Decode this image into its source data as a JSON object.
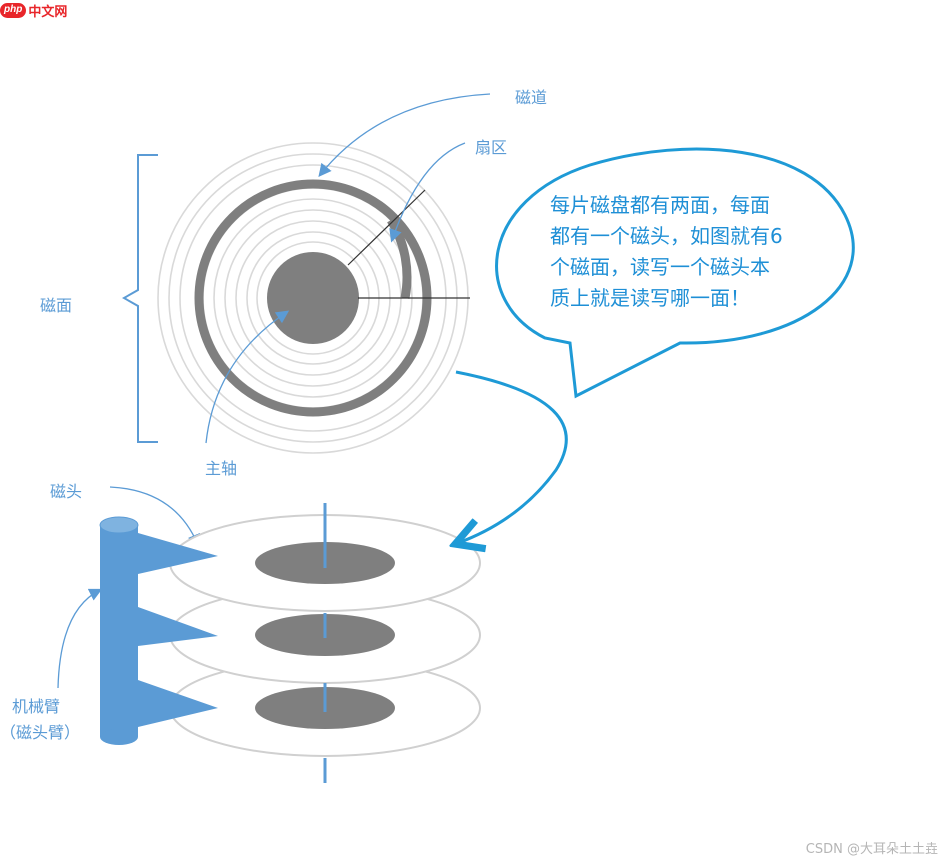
{
  "logo": {
    "php": "php",
    "site": "中文网"
  },
  "labels": {
    "track": "磁道",
    "sector": "扇区",
    "surface": "磁面",
    "spindle": "主轴",
    "head": "磁头",
    "arm_line1": "机械臂",
    "arm_line2": "（磁头臂）"
  },
  "callout": {
    "text": "每片磁盘都有两面，每面\n都有一个磁头，如图就有6\n个磁面，读写一个磁头本\n质上就是读写哪一面！"
  },
  "watermark": "CSDN @大耳朵土土垚",
  "colors": {
    "accent": "#5b9bd5",
    "callout": "#1e8fd6",
    "platter_gray": "#808080",
    "logo_red": "#e8262a"
  }
}
